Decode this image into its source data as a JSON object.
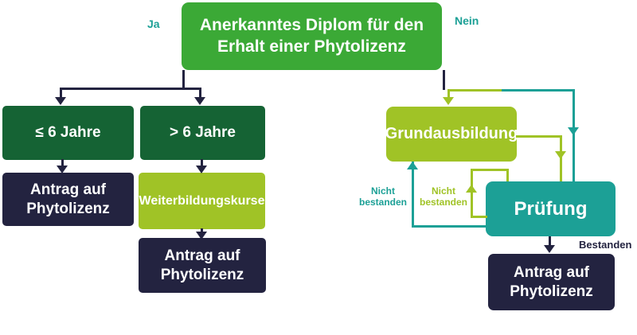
{
  "boxes": {
    "title": "Anerkanntes Diplom für den Erhalt einer Phytolizenz",
    "le6": "≤ 6 Jahre",
    "gt6": "> 6 Jahre",
    "antrag1": "Antrag auf Phytolizenz",
    "weiterbildung": "Weiterbildungskurse",
    "antrag2": "Antrag auf Phytolizenz",
    "grundausbildung": "Grundausbildung",
    "pruefung": "Prüfung",
    "antrag3": "Antrag auf Phytolizenz"
  },
  "labels": {
    "ja": "Ja",
    "nein": "Nein",
    "nicht_bestanden_1": "Nicht bestanden",
    "nicht_bestanden_2": "Nicht bestanden",
    "bestanden": "Bestanden"
  },
  "colors": {
    "green": "#3BA936",
    "darkgreen": "#156334",
    "lightgreen": "#A0C326",
    "teal": "#1CA096",
    "navy": "#232340"
  }
}
